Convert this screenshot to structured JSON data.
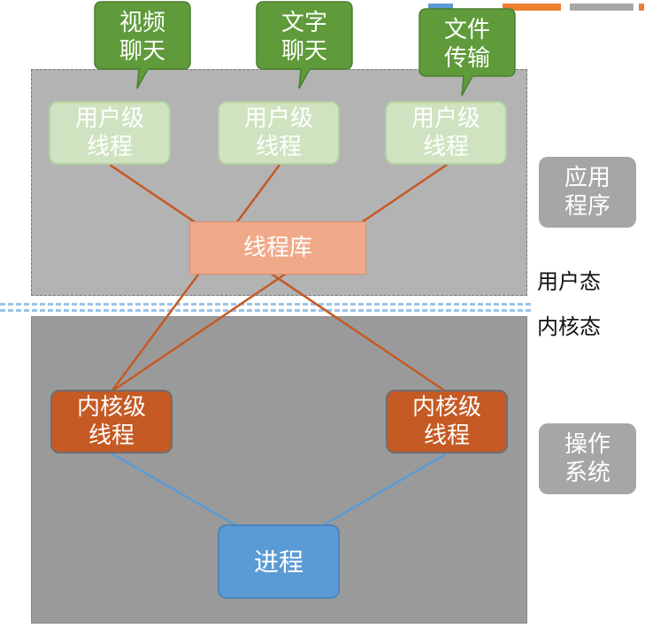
{
  "apps": [
    {
      "id": "video",
      "label": "视频\n聊天"
    },
    {
      "id": "text",
      "label": "文字\n聊天"
    },
    {
      "id": "file",
      "label": "文件\n传输"
    }
  ],
  "user_threads": [
    "用户级\n线程",
    "用户级\n线程",
    "用户级\n线程"
  ],
  "thread_library": "线程库",
  "kernel_threads": [
    "内核级\n线程",
    "内核级\n线程"
  ],
  "process": "进程",
  "labels": {
    "app": "应用\n程序",
    "os": "操作\n系统",
    "user_mode": "用户态",
    "kernel_mode": "内核态"
  },
  "colors": {
    "callout": "#5f9b3a",
    "user_thread": "#cfe3c1",
    "thread_library": "#f0a989",
    "kernel_thread": "#c55a24",
    "process": "#5b9bd5",
    "link_orange": "#c55a24",
    "link_blue": "#5b9bd5",
    "divider": "#9bc3e6"
  }
}
